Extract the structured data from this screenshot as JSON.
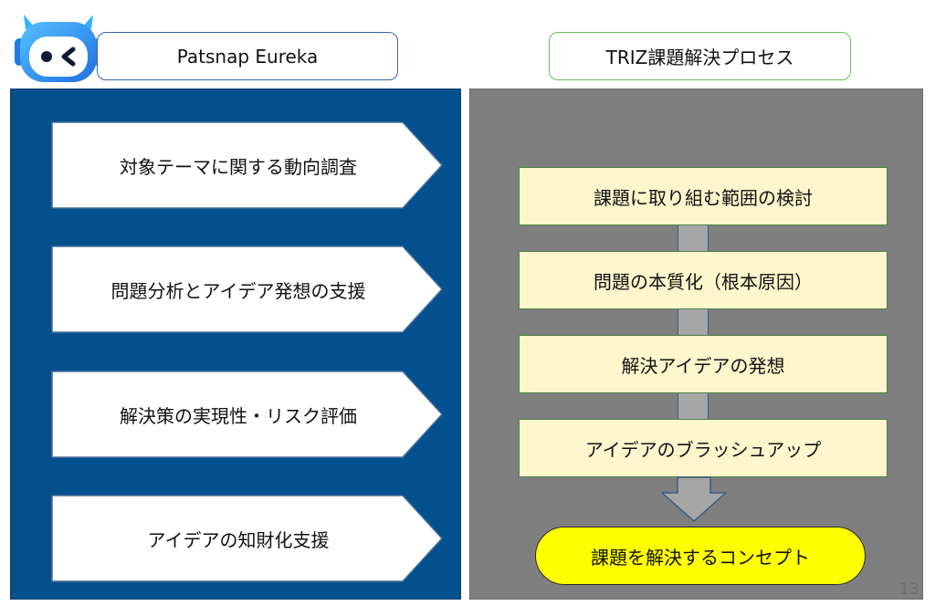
{
  "header": {
    "left_label": "Patsnap Eureka",
    "right_label": "TRIZ課題解決プロセス"
  },
  "left_panel": {
    "items": [
      "対象テーマに関する動向調査",
      "問題分析とアイデア発想の支援",
      "解決策の実現性・リスク評価",
      "アイデアの知財化支援"
    ]
  },
  "right_panel": {
    "steps": [
      "課題に取り組む範囲の検討",
      "問題の本質化（根本原因）",
      "解決アイデアの発想",
      "アイデアのブラッシュアップ"
    ],
    "result": "課題を解決するコンセプト"
  },
  "page_number": "13",
  "colors": {
    "left_panel_bg": "#02508e",
    "right_panel_bg": "#7f7f7f",
    "step_fill": "#fef6cc",
    "result_fill": "#ffff00",
    "logo_blue": "#2a8cf0"
  },
  "icons": {
    "logo": "robot-mascot-icon"
  }
}
